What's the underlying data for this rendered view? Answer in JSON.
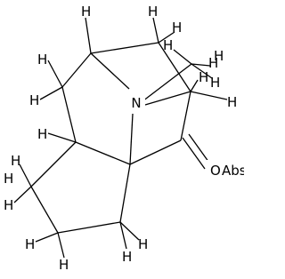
{
  "molecule": {
    "atoms": [
      {
        "id": "N1",
        "symbol": "N"
      },
      {
        "id": "O1",
        "symbol": "O"
      },
      {
        "id": "H1",
        "symbol": "H"
      },
      {
        "id": "H2",
        "symbol": "H"
      },
      {
        "id": "H3",
        "symbol": "H"
      },
      {
        "id": "H4",
        "symbol": "H"
      },
      {
        "id": "H5",
        "symbol": "H"
      },
      {
        "id": "H6",
        "symbol": "H"
      },
      {
        "id": "H7",
        "symbol": "H"
      },
      {
        "id": "H8",
        "symbol": "H"
      },
      {
        "id": "H9",
        "symbol": "H"
      },
      {
        "id": "H10",
        "symbol": "H"
      },
      {
        "id": "H11",
        "symbol": "H"
      },
      {
        "id": "H12",
        "symbol": "H"
      },
      {
        "id": "H13",
        "symbol": "H"
      },
      {
        "id": "H14",
        "symbol": "H"
      },
      {
        "id": "H15",
        "symbol": "H"
      },
      {
        "id": "H16",
        "symbol": "H"
      },
      {
        "id": "H17",
        "symbol": "H"
      },
      {
        "id": "H18",
        "symbol": "H"
      },
      {
        "id": "H19",
        "symbol": "H"
      }
    ],
    "label_abs": "Abs"
  }
}
